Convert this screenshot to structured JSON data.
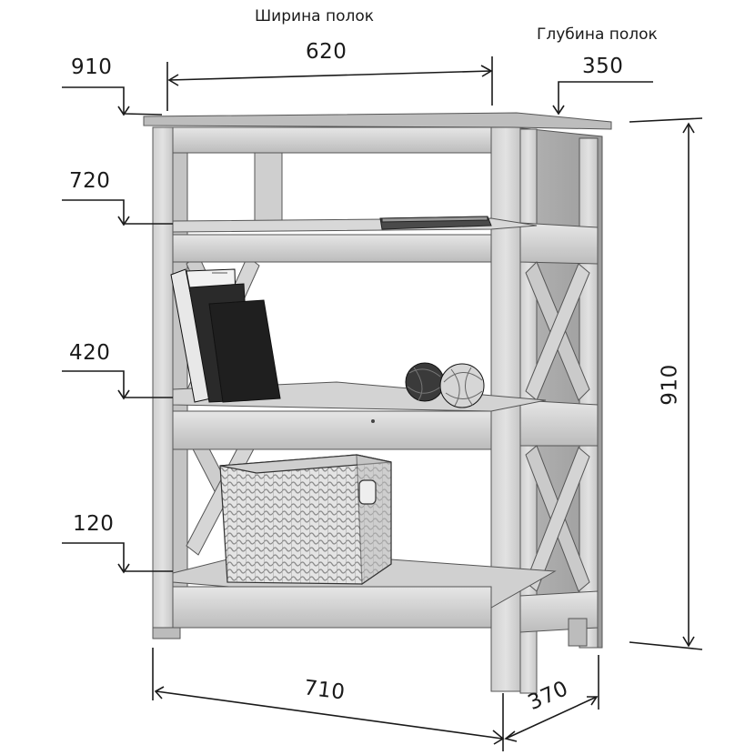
{
  "captions": {
    "shelf_width": "Ширина полок",
    "shelf_depth": "Глубина полок"
  },
  "dimensions": {
    "shelf_width_value": "620",
    "shelf_depth_value": "350",
    "height_top": "910",
    "height_shelf_1": "720",
    "height_shelf_2": "420",
    "height_shelf_3": "120",
    "total_height": "910",
    "total_width": "710",
    "total_depth": "370"
  },
  "colors": {
    "wood_light": "#dcdcdc",
    "wood_mid": "#bdbdbd",
    "wood_dark": "#8f8f8f",
    "line": "#2a2a2a",
    "background": "#ffffff"
  }
}
